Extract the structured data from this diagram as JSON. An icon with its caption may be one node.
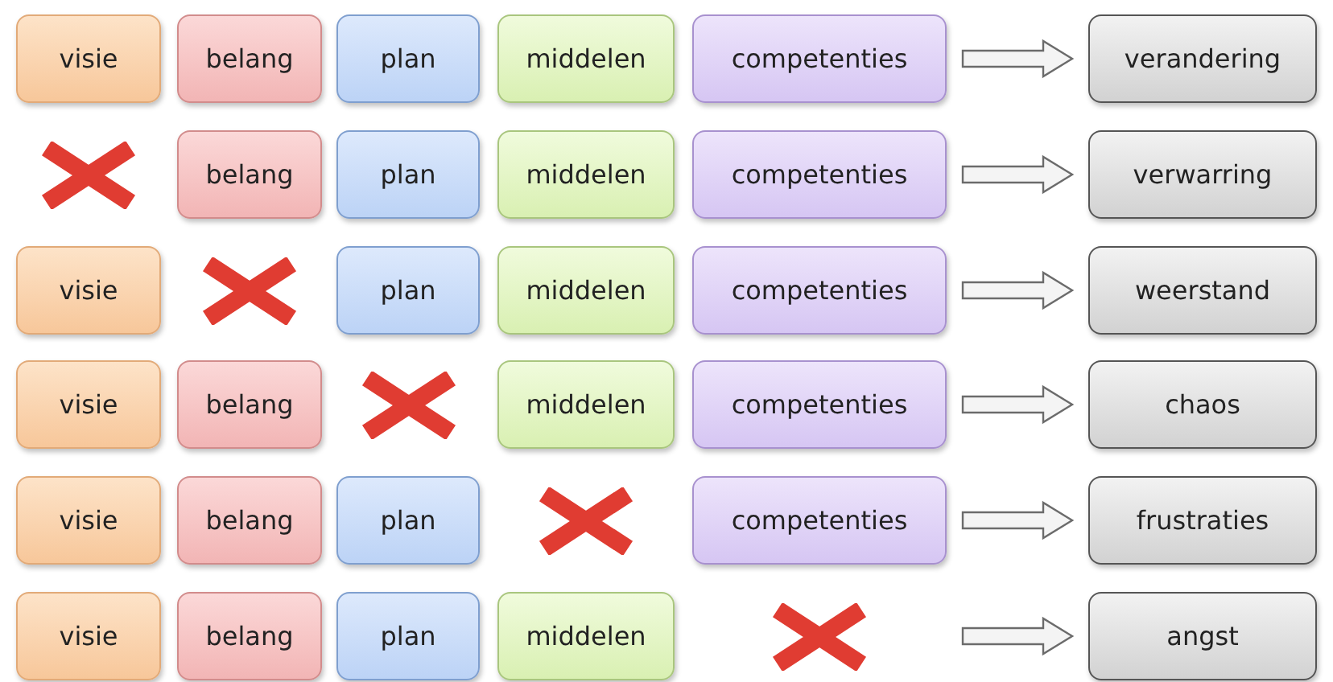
{
  "diagram": {
    "nodes": [
      {
        "text": [
          "visie"
        ]
      },
      {
        "text": [
          "belang"
        ]
      },
      {
        "text": [
          "plan"
        ]
      },
      {
        "text": [
          "middelen"
        ]
      },
      {
        "text": [
          "competenties"
        ]
      },
      {
        "text": [
          "verandering"
        ]
      },
      {
        "text": [],
        "shape": "cross"
      },
      {
        "text": [
          "belang"
        ]
      },
      {
        "text": [
          "plan"
        ]
      },
      {
        "text": [
          "middelen"
        ]
      },
      {
        "text": [
          "competenties"
        ]
      },
      {
        "text": [
          "verwarring"
        ]
      },
      {
        "text": [
          "visie"
        ]
      },
      {
        "text": [],
        "shape": "cross"
      },
      {
        "text": [
          "plan"
        ]
      },
      {
        "text": [
          "middelen"
        ]
      },
      {
        "text": [
          "competenties"
        ]
      },
      {
        "text": [
          "weerstand"
        ]
      },
      {
        "text": [
          "visie"
        ]
      },
      {
        "text": [
          "belang"
        ]
      },
      {
        "text": [],
        "shape": "cross"
      },
      {
        "text": [
          "middelen"
        ]
      },
      {
        "text": [
          "competenties"
        ]
      },
      {
        "text": [
          "chaos"
        ]
      },
      {
        "text": [
          "visie"
        ]
      },
      {
        "text": [
          "belang"
        ]
      },
      {
        "text": [
          "plan"
        ]
      },
      {
        "text": [],
        "shape": "cross"
      },
      {
        "text": [
          "competenties"
        ]
      },
      {
        "text": [
          "frustraties"
        ]
      },
      {
        "text": [
          "visie"
        ]
      },
      {
        "text": [
          "belang"
        ]
      },
      {
        "text": [
          "plan"
        ]
      },
      {
        "text": [
          "middelen"
        ]
      },
      {
        "text": [],
        "shape": "cross"
      },
      {
        "text": [
          "angst"
        ]
      }
    ],
    "edges": [
      {
        "from": 4,
        "to": 5,
        "arrow": "to"
      },
      {
        "from": 10,
        "to": 11,
        "arrow": "to"
      },
      {
        "from": 16,
        "to": 17,
        "arrow": "to"
      },
      {
        "from": 22,
        "to": 23,
        "arrow": "to"
      },
      {
        "from": 28,
        "to": 29,
        "arrow": "to"
      },
      {
        "from": 34,
        "to": 35,
        "arrow": "to"
      }
    ]
  }
}
